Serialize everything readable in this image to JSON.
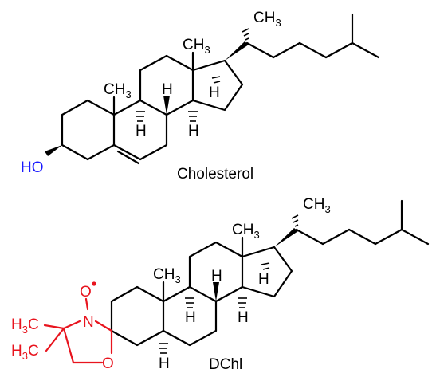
{
  "molecules": [
    {
      "name": "Cholesterol",
      "labels": {
        "methyl_side": "CH",
        "methyl_side_sub": "3",
        "methyl_c13": "CH",
        "methyl_c13_sub": "3",
        "methyl_c10": "CH",
        "methyl_c10_sub": "3",
        "h_c14": "H",
        "h_c8": "H",
        "h_c9": "H",
        "h_c17": "H",
        "hydroxyl": "HO"
      },
      "colors": {
        "hydroxyl": "#1a1aff"
      }
    },
    {
      "name": "DChl",
      "labels": {
        "methyl_side": "CH",
        "methyl_side_sub": "3",
        "methyl_c13": "CH",
        "methyl_c13_sub": "3",
        "methyl_c10": "CH",
        "methyl_c10_sub": "3",
        "h_c14": "H",
        "h_c8": "H",
        "h_c9": "H",
        "h_c17": "H",
        "h_c5": "H",
        "nitroxide_o": "O",
        "nitroxide_n": "N",
        "ring_o": "O",
        "gem_methyl_1": "H",
        "gem_methyl_1_sub": "3",
        "gem_methyl_1_c": "C",
        "gem_methyl_2": "H",
        "gem_methyl_2_sub": "3",
        "gem_methyl_2_c": "C"
      },
      "colors": {
        "doxyl": "#e8141e"
      }
    }
  ]
}
